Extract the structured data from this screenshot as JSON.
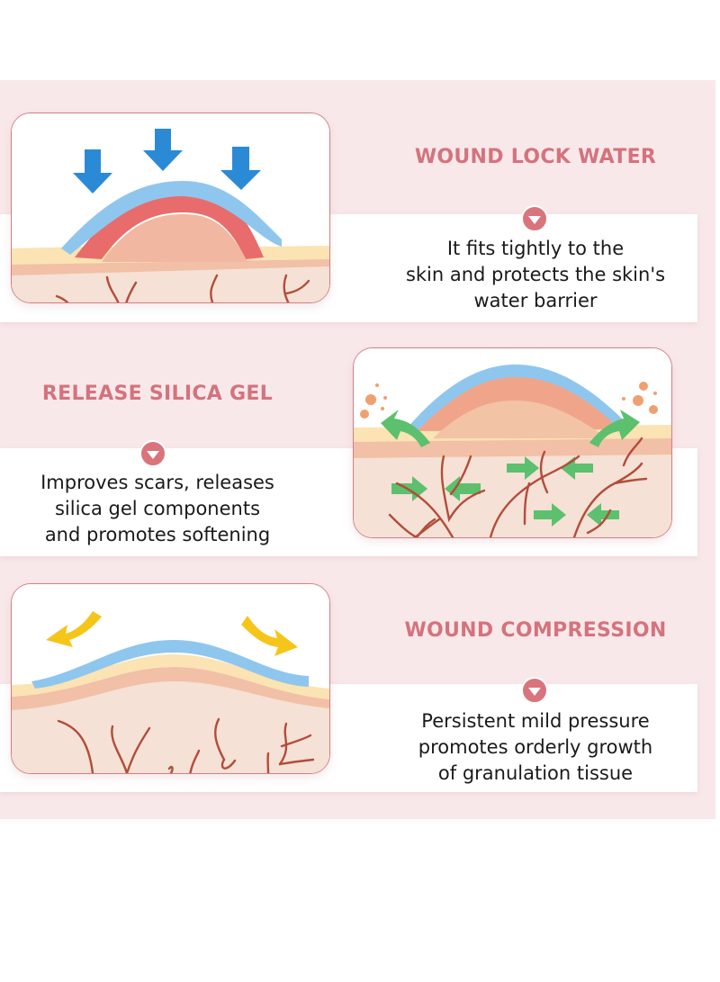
{
  "colors": {
    "panel_bg": "#f9e8ea",
    "accent": "#d4737d",
    "card_border": "#d27f86",
    "text": "#1a1a1a",
    "arrow_blue": "#2b8ad6",
    "arrow_green": "#5cc06e",
    "arrow_yellow": "#f5c51a"
  },
  "sections": [
    {
      "title": "WOUND LOCK WATER",
      "icon": "chevron-down-badge",
      "description": "It fits tightly to the\nskin and protects the skin's\nwater barrier",
      "illustration": "patch-pressed-down-blue-arrows"
    },
    {
      "title": "RELEASE SILICA GEL",
      "icon": "chevron-down-badge",
      "description": "Improves scars, releases\nsilica gel components\nand promotes softening",
      "illustration": "silica-gel-release-green-arrows"
    },
    {
      "title": "WOUND COMPRESSION",
      "icon": "chevron-down-badge",
      "description": "Persistent mild pressure\npromotes orderly growth\nof granulation tissue",
      "illustration": "compression-yellow-arrows"
    }
  ]
}
